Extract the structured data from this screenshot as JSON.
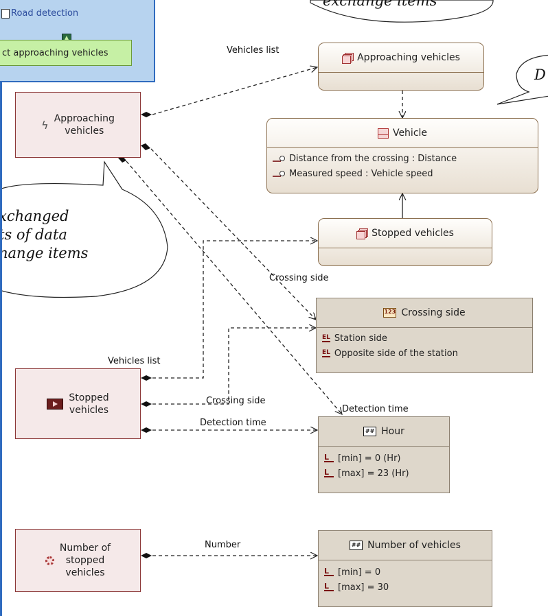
{
  "frame": {
    "title": "Road detection",
    "function_label": "ct approaching vehicles"
  },
  "exchange_items": [
    {
      "name": "Approaching vehicles",
      "line1": "Approaching",
      "line2": "vehicles",
      "icon": "event-icon"
    },
    {
      "name": "Stopped vehicles",
      "line1": "Stopped",
      "line2": "vehicles",
      "icon": "flow-icon"
    },
    {
      "name": "Number of stopped vehicles",
      "line1": "Number of",
      "line2": "stopped",
      "line3": "vehicles",
      "icon": "gear-icon"
    }
  ],
  "classes": {
    "approaching": {
      "title": "Approaching vehicles"
    },
    "vehicle": {
      "title": "Vehicle",
      "props": [
        "Distance from the crossing : Distance",
        "Measured speed : Vehicle speed"
      ]
    },
    "stopped": {
      "title": "Stopped vehicles"
    },
    "crossing": {
      "title": "Crossing side",
      "literals": [
        "Station side",
        "Opposite side of the station"
      ]
    },
    "hour": {
      "title": "Hour",
      "props": [
        "[min]  = 0 (Hr)",
        "[max]  = 23 (Hr)"
      ]
    },
    "number": {
      "title": "Number of vehicles",
      "props": [
        "[min]  = 0",
        "[max]  = 30"
      ]
    }
  },
  "link_labels": {
    "vehicles_list_top": "Vehicles list",
    "crossing_side_mid": "Crossing side",
    "vehicles_list_left": "Vehicles list",
    "crossing_side_left": "Crossing side",
    "detection_time_top": "Detection time",
    "detection_time_left": "Detection time",
    "number": "Number"
  },
  "bubbles": {
    "top": "exchange items",
    "right": "D",
    "left_1": "xchanged",
    "left_2": "ts of data",
    "left_3": "nange items"
  },
  "colors": {
    "frame_blue": "#2f6bbf",
    "function_green": "#c6f0a5",
    "exchange_pink": "#f5e9e9",
    "datatype_tan": "#ded7cb"
  }
}
